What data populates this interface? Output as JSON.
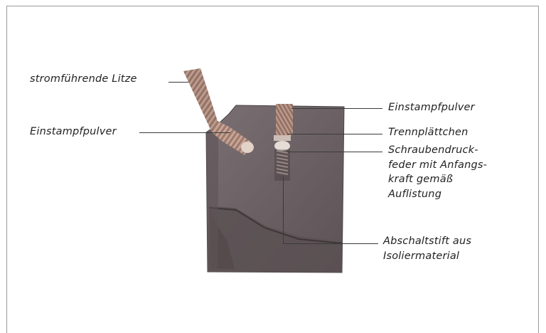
{
  "labels": {
    "strand": "stromführende Litze",
    "powder_left": "Einstampfpulver",
    "powder_right": "Einstampfpulver",
    "separator": "Trennplättchen",
    "spring_lines": [
      "Schraubendruck-",
      "feder mit Anfangs-",
      "kraft gemäß",
      "Auflistung"
    ],
    "pin_lines": [
      "Abschaltstift aus",
      "Isoliermaterial"
    ]
  },
  "colors": {
    "carbon_block": "#6e6467",
    "carbon_shadow": "#4f4548",
    "strand_copper": "#b89484",
    "leader_line": "#3a3a3a",
    "frame": "#9a9a9a"
  }
}
